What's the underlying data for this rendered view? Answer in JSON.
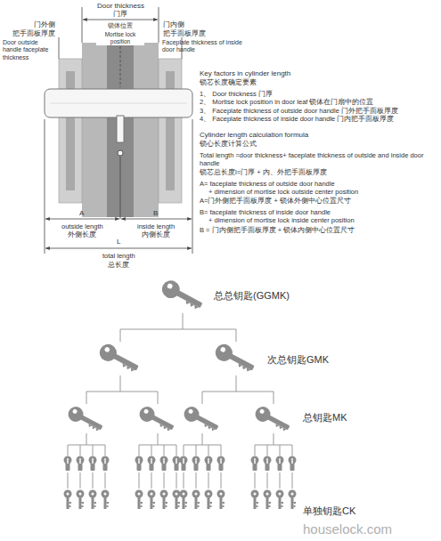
{
  "diagram": {
    "labels": [
      "Door thickness",
      "门厚",
      "门外侧",
      "把手面板厚度",
      "Door outside handle faceplate thickness",
      "锁体位置",
      "Mortise lock position",
      "门内侧",
      "把手面板厚度",
      "Faceplate thickness of inside door handle",
      "Key factors in cylinder length",
      "锁芯长度确定要素",
      "1、 Door thickness 门厚",
      "2、 Mortise lock position in door leaf 锁体在门扇中的位置",
      "3、 Faceplate thickness of outside door handle 门外把手面板厚度",
      "4、 Faceplate thickness of inside door handle 门内把手面板厚度",
      "Cylinder length calculation formula",
      "锁心长度计算公式",
      "Total length =door thickness+ faceplate thickness of outside and inside door handle",
      "锁芯总长度l=门厚 + 内、外把手面板厚度",
      "A= faceplate thickness of outside door handle",
      "+ dimension of mortise lock outside center position",
      "A=门外侧把手面板厚度 + 锁体外侧中心位置尺寸",
      "B= faceplate thickness of inside door handle",
      "+ dimension of mortise lock inside center position",
      "B = 门内侧把手面板厚度 + 锁体内侧中心位置尺寸",
      "A",
      "B",
      "outside length",
      "外侧长度",
      "inside length",
      "内侧长度",
      "L",
      "total length",
      "总长度",
      "总总钥匙(GGMK)",
      "次总钥匙GMK",
      "总钥匙MK",
      "单独钥匙CK",
      "houselock.com"
    ]
  }
}
